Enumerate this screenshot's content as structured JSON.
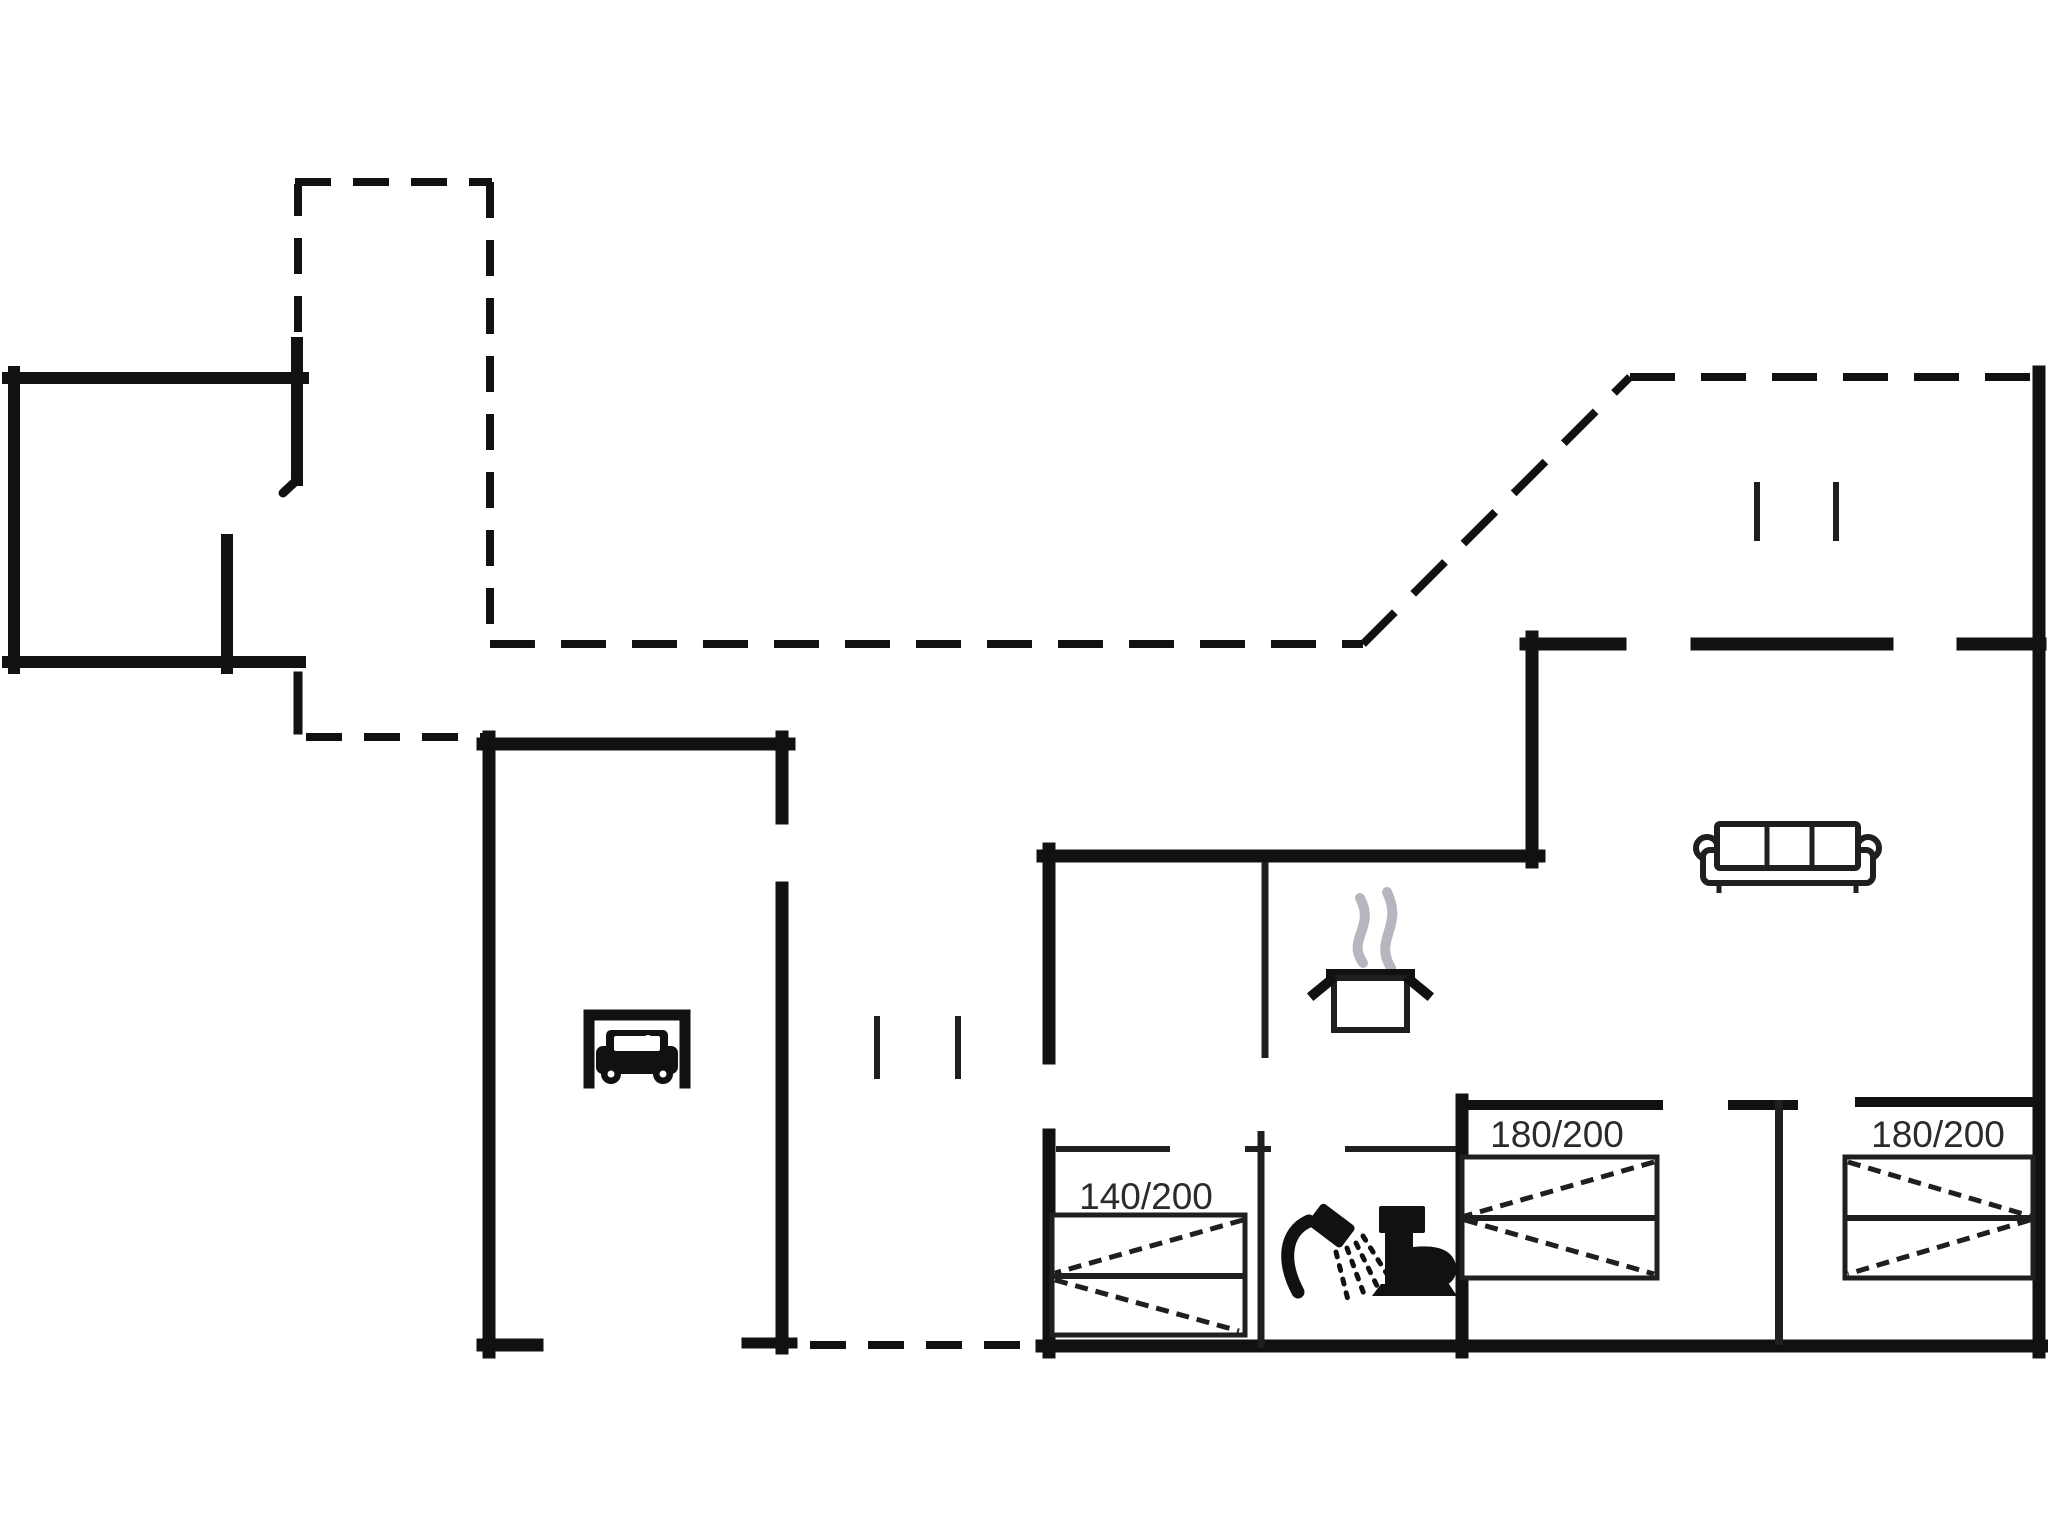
{
  "colors": {
    "wall": "#111111",
    "line": "#1f1f1f",
    "text": "#2b2b2b",
    "steam": "#b6b6be",
    "background": "#ffffff"
  },
  "floor_plan": {
    "bedrooms": [
      {
        "id": "bedroom-small",
        "bed_size_label": "140/200"
      },
      {
        "id": "bedroom-middle",
        "bed_size_label": "180/200"
      },
      {
        "id": "bedroom-right",
        "bed_size_label": "180/200"
      }
    ],
    "icons": [
      {
        "name": "car-icon"
      },
      {
        "name": "cooking-pot-icon"
      },
      {
        "name": "steam-icon"
      },
      {
        "name": "sofa-icon"
      },
      {
        "name": "shower-icon"
      },
      {
        "name": "toilet-icon"
      }
    ]
  }
}
